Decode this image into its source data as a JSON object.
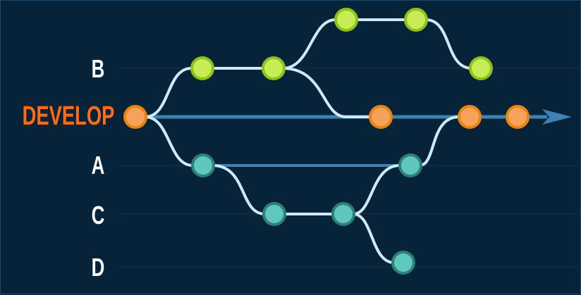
{
  "lanes": {
    "b": "B",
    "develop": "DEVELOP",
    "a": "A",
    "c": "C",
    "d": "D"
  },
  "colors": {
    "background": "#06233a",
    "develop_label": "#ff6a13",
    "branch_label": "#ffffff",
    "main_line": "#3a83b3",
    "connector": "#cfeaf6",
    "develop_commit": "#f5a25a",
    "develop_commit_ring": "#e8850f",
    "b_commit": "#c8ec55",
    "b_commit_ring": "#8cc21a",
    "a_commit": "#5fc7bd",
    "a_commit_ring": "#2e8077"
  },
  "branches": [
    {
      "lane": "develop",
      "commits": 4
    },
    {
      "lane": "b",
      "commits": 5
    },
    {
      "lane": "a",
      "commits": 2
    },
    {
      "lane": "c",
      "commits": 2
    },
    {
      "lane": "d",
      "commits": 1
    }
  ]
}
